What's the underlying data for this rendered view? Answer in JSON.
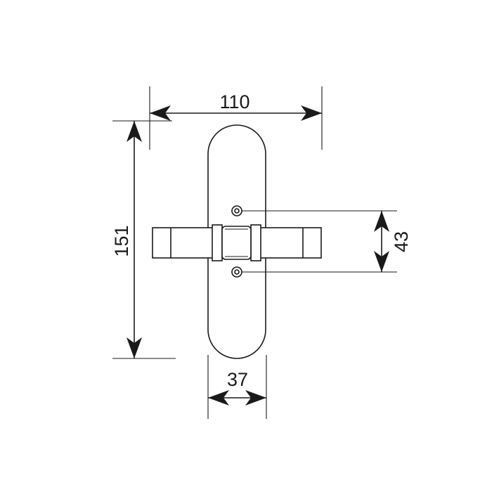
{
  "dimensions": {
    "width": "110",
    "height": "151",
    "screw_spacing": "43",
    "plate_width": "37"
  },
  "colors": {
    "line": "#1a1a1a",
    "background": "#ffffff"
  }
}
